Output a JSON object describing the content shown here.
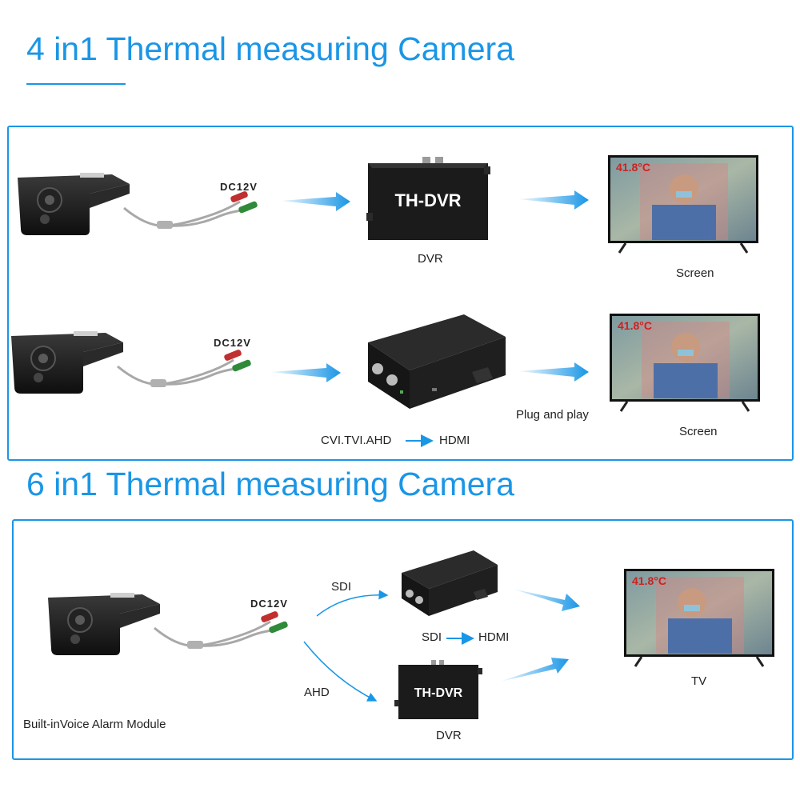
{
  "section1": {
    "title": "4 in1 Thermal measuring Camera",
    "row1": {
      "power_label": "DC12V",
      "device_text": "TH-DVR",
      "device_label": "DVR",
      "screen_label": "Screen",
      "temp": "41.8°C"
    },
    "row2": {
      "power_label": "DC12V",
      "converter_from": "CVI.TVI.AHD",
      "converter_to": "HDMI",
      "note": "Plug and play",
      "screen_label": "Screen",
      "temp": "41.8°C"
    }
  },
  "section2": {
    "title": "6 in1 Thermal measuring Camera",
    "power_label": "DC12V",
    "module_label": "Built-inVoice Alarm Module",
    "path_sdi": "SDI",
    "path_ahd": "AHD",
    "converter_from": "SDI",
    "converter_to": "HDMI",
    "device_text": "TH-DVR",
    "device_label": "DVR",
    "tv_label": "TV",
    "temp": "41.8°C"
  },
  "colors": {
    "accent": "#1a96e6",
    "device": "#1c1c1c",
    "temperature": "#d02020"
  }
}
